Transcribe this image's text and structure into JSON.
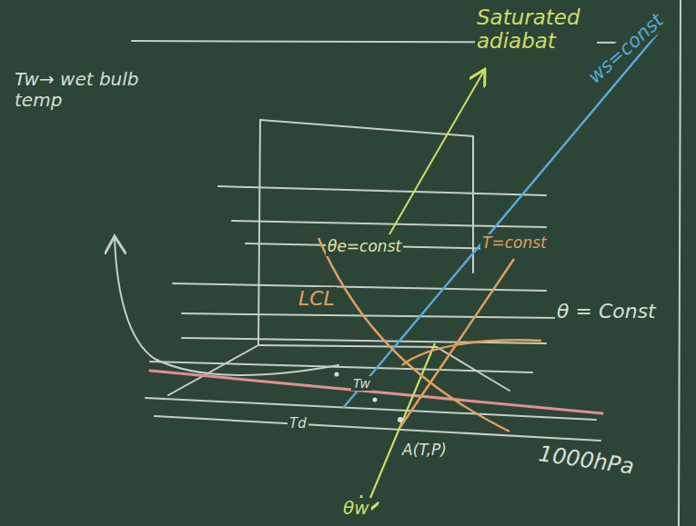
{
  "diagram": {
    "labels": [
      "Saturated adiabat",
      "ws=const",
      "Tw→ wet bulb temp",
      "θe=const",
      "T=const",
      "LCL",
      "θ = Const",
      "Tw",
      "Td",
      "A(T,P)",
      "θw",
      "1000hPa"
    ]
  }
}
